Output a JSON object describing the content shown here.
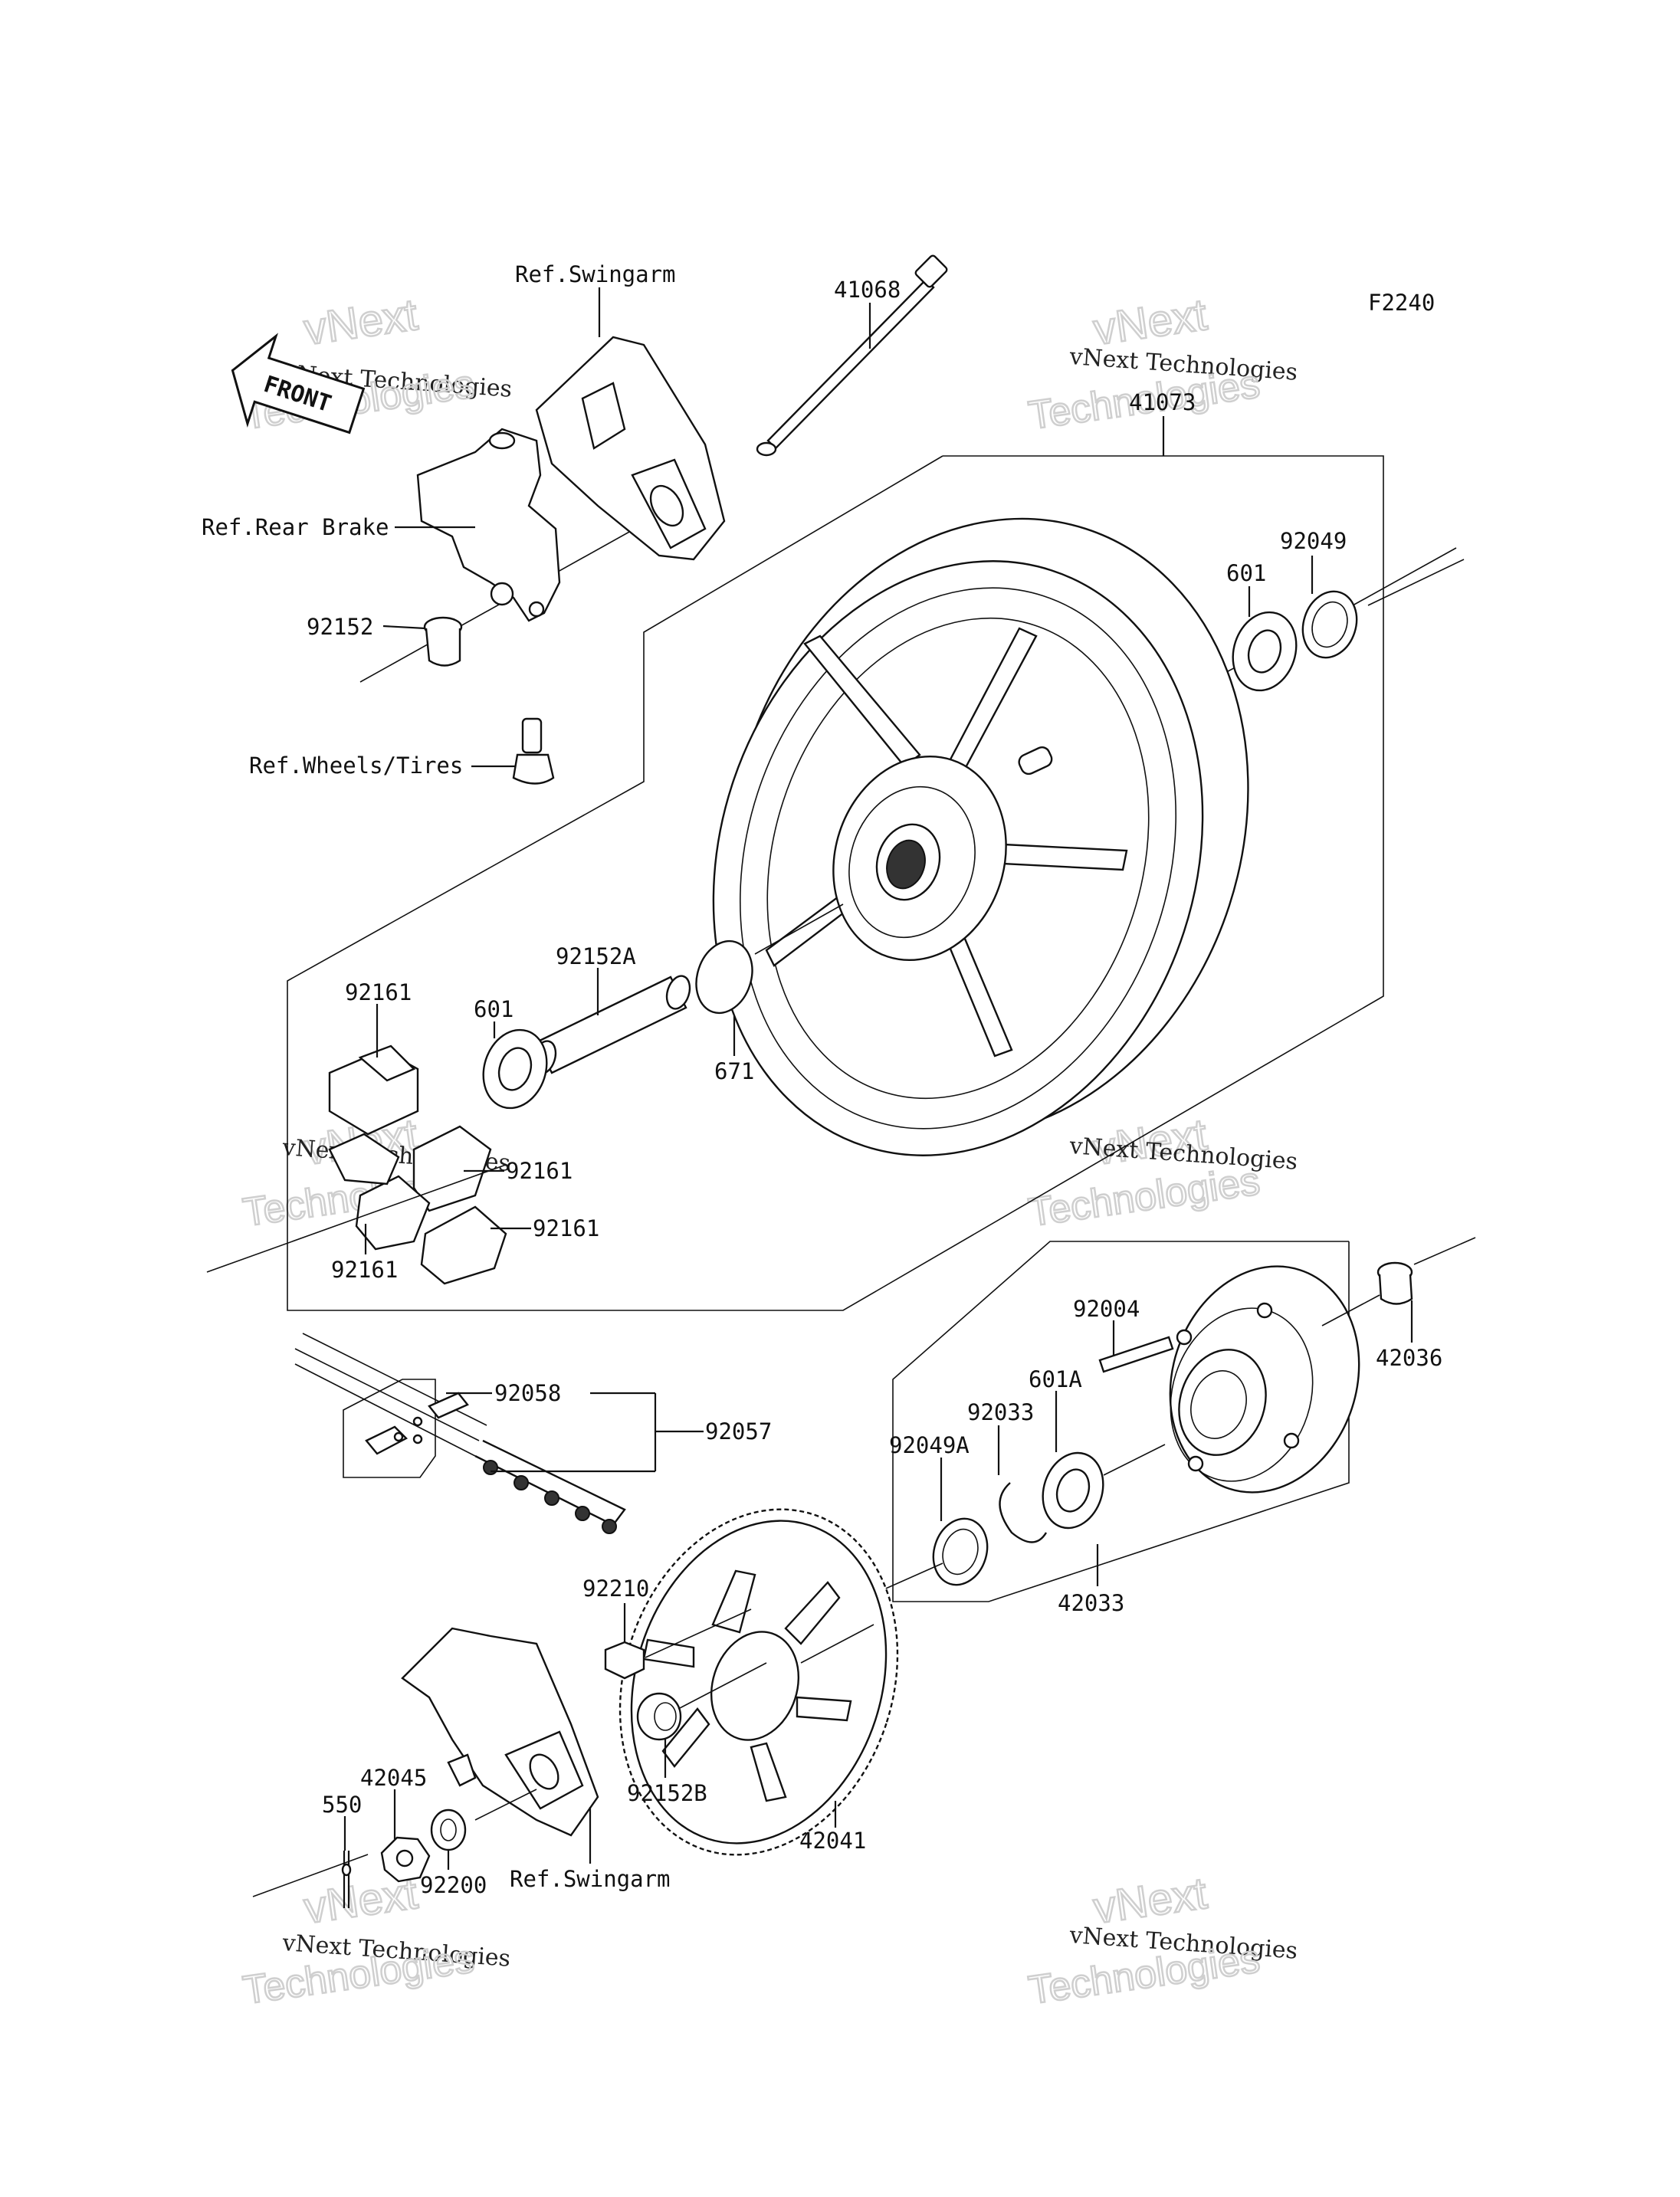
{
  "figure_code": "F2240",
  "front_badge": "FRONT",
  "watermark": {
    "line1": "vNext",
    "line2": "vNext Technologies",
    "line3": "Technologies"
  },
  "labels": {
    "ref_swingarm_top": "Ref.Swingarm",
    "ref_rear_brake": "Ref.Rear Brake",
    "ref_wheels_tires": "Ref.Wheels/Tires",
    "ref_swingarm_bottom": "Ref.Swingarm",
    "p41068": "41068",
    "p41073": "41073",
    "p92049": "92049",
    "p601_top": "601",
    "p92152": "92152",
    "p92152A": "92152A",
    "p601_mid": "601",
    "p671": "671",
    "p92161_a": "92161",
    "p92161_b": "92161",
    "p92161_c": "92161",
    "p92161_d": "92161",
    "p92004": "92004",
    "p42036": "42036",
    "p601A": "601A",
    "p92033": "92033",
    "p92049A": "92049A",
    "p42033": "42033",
    "p92058": "92058",
    "p92057": "92057",
    "p92210": "92210",
    "p92152B": "92152B",
    "p42041": "42041",
    "p42045": "42045",
    "p550": "550",
    "p92200": "92200"
  }
}
